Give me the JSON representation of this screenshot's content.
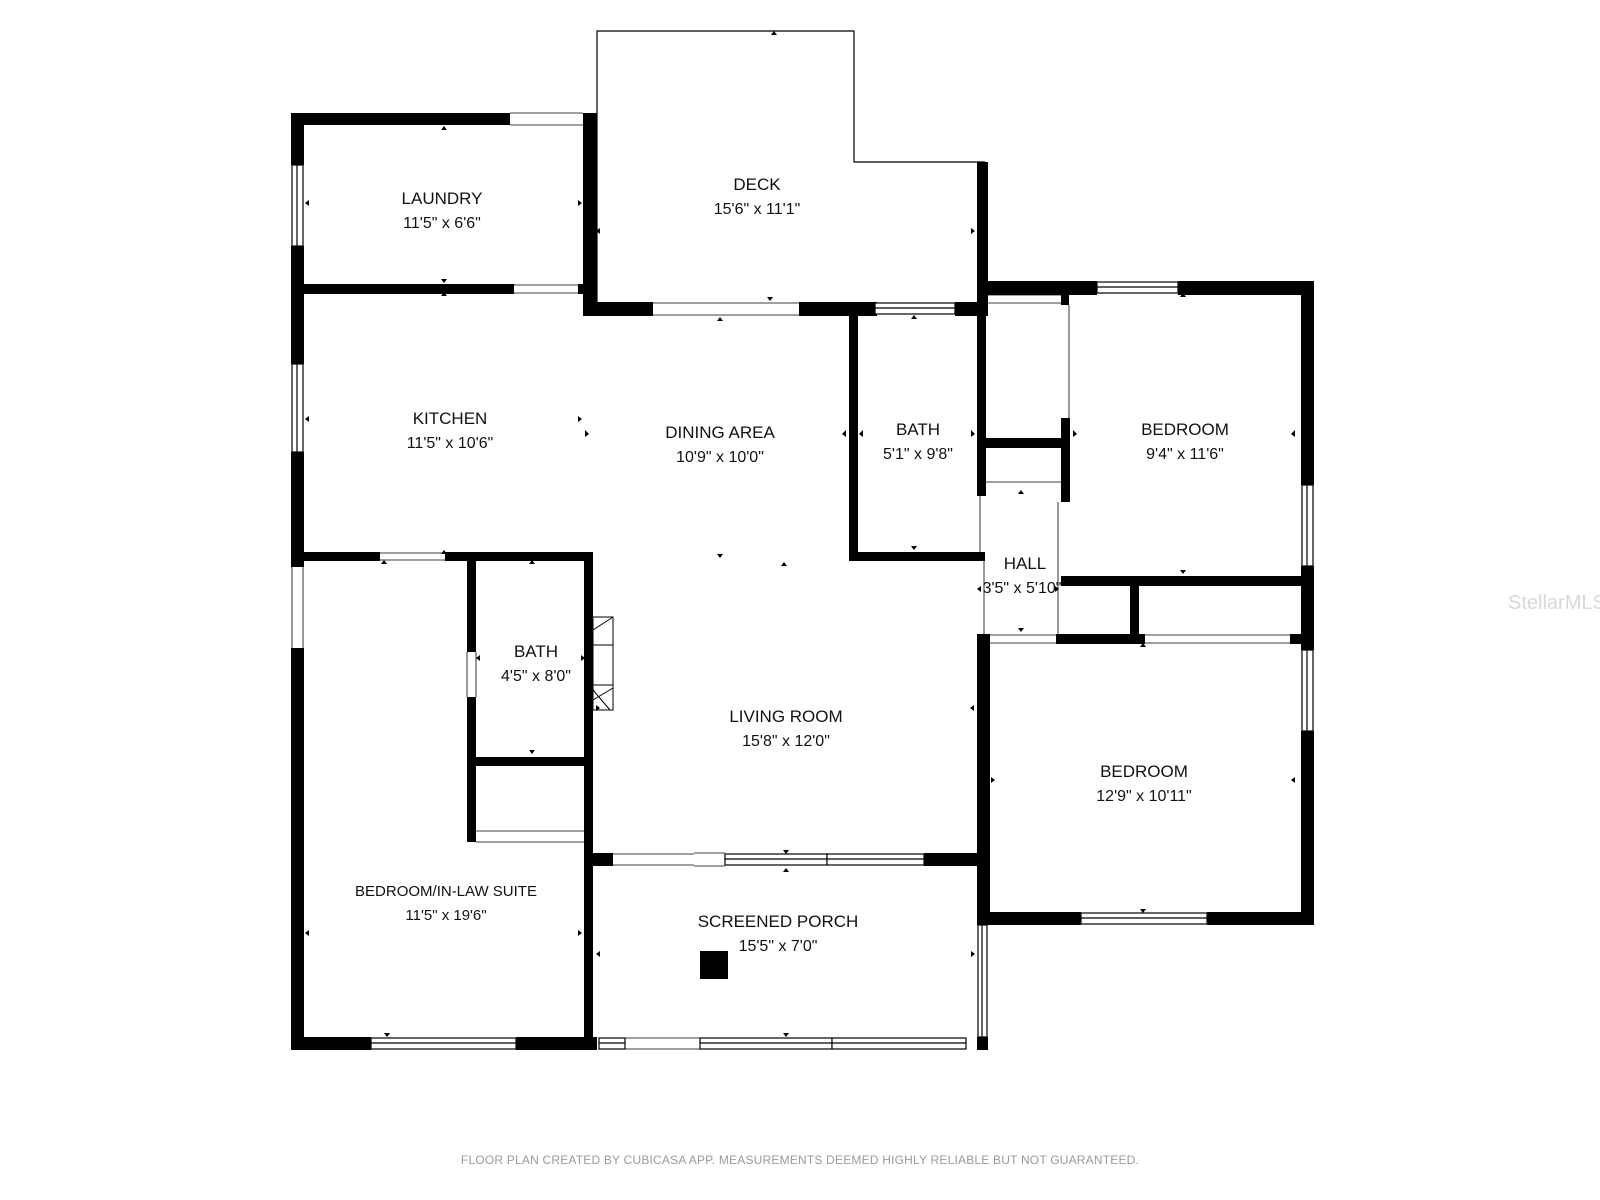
{
  "rooms": {
    "deck": {
      "name": "DECK",
      "dims": "15'6\" x 11'1\""
    },
    "laundry": {
      "name": "LAUNDRY",
      "dims": "11'5\" x 6'6\""
    },
    "kitchen": {
      "name": "KITCHEN",
      "dims": "11'5\" x 10'6\""
    },
    "dining": {
      "name": "DINING AREA",
      "dims": "10'9\" x 10'0\""
    },
    "bath_center": {
      "name": "BATH",
      "dims": "5'1\" x 9'8\""
    },
    "bedroom_ne": {
      "name": "BEDROOM",
      "dims": "9'4\" x 11'6\""
    },
    "hall": {
      "name": "HALL",
      "dims": "3'5\" x 5'10\""
    },
    "bath_west": {
      "name": "BATH",
      "dims": "4'5\" x 8'0\""
    },
    "living": {
      "name": "LIVING ROOM",
      "dims": "15'8\" x 12'0\""
    },
    "bedroom_se": {
      "name": "BEDROOM",
      "dims": "12'9\" x 10'11\""
    },
    "inlaw": {
      "name": "BEDROOM/IN-LAW SUITE",
      "dims": "11'5\" x 19'6\""
    },
    "porch": {
      "name": "SCREENED PORCH",
      "dims": "15'5\" x 7'0\""
    }
  },
  "footer": "FLOOR PLAN CREATED BY CUBICASA APP. MEASUREMENTS DEEMED HIGHLY RELIABLE BUT NOT GUARANTEED.",
  "watermark": "StellarMLS",
  "colors": {
    "wall": "#000000",
    "background": "#ffffff",
    "footer_text": "#9a9a9a"
  }
}
